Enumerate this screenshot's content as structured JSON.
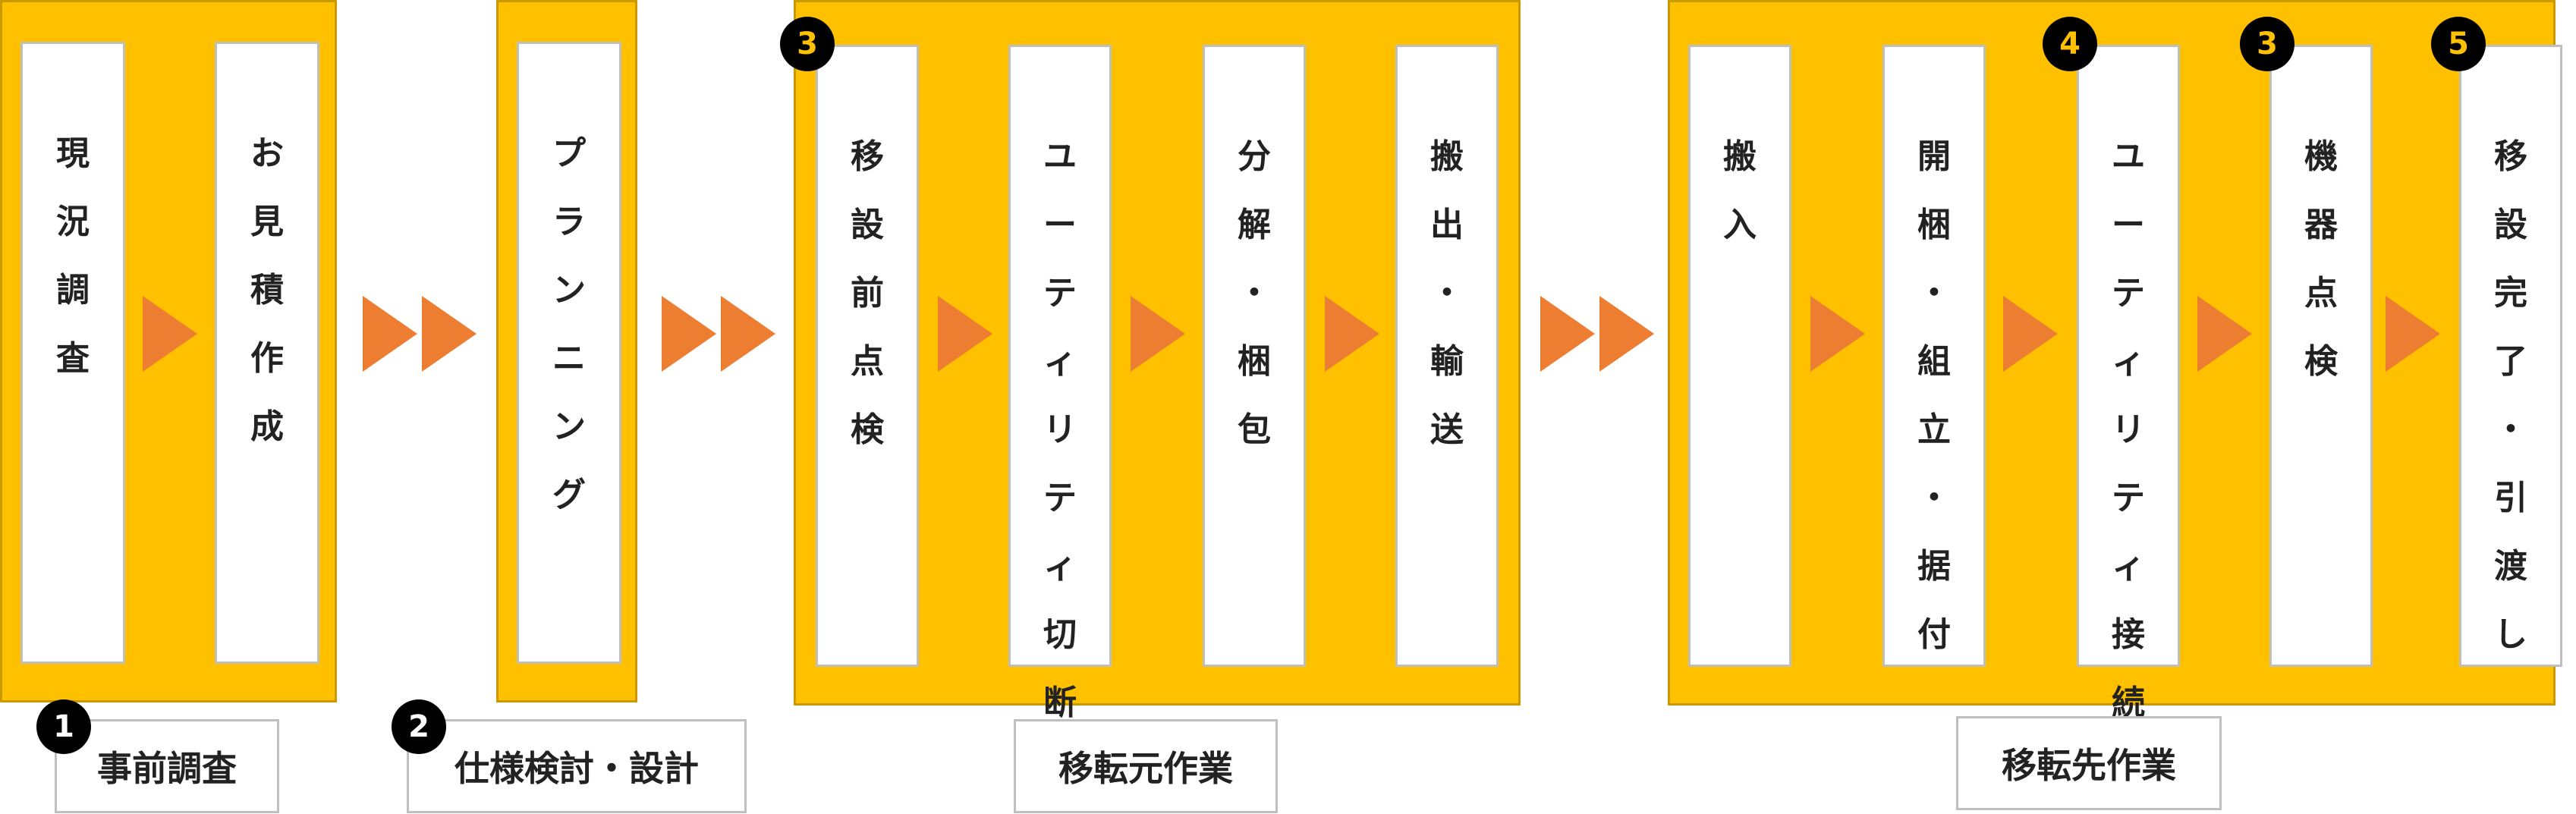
{
  "phases": [
    {
      "steps": [
        {
          "chars": [
            "現",
            "況",
            "調",
            "査"
          ]
        },
        {
          "chars": [
            "お",
            "見",
            "積",
            "作",
            "成"
          ]
        }
      ],
      "label": "事前調査",
      "badge": "1"
    },
    {
      "steps": [
        {
          "chars": [
            "プ",
            "ラ",
            "ン",
            "ニ",
            "ン",
            "グ"
          ]
        }
      ],
      "label": "仕様検討・設計",
      "badge": "2"
    },
    {
      "steps": [
        {
          "chars": [
            "移",
            "設",
            "前",
            "点",
            "検"
          ],
          "badge": "3"
        },
        {
          "chars": [
            "ユ",
            "ー",
            "テ",
            "ィ",
            "リ",
            "テ",
            "ィ",
            "切",
            "断"
          ]
        },
        {
          "chars": [
            "分",
            "解",
            "・",
            "梱",
            "包"
          ]
        },
        {
          "chars": [
            "搬",
            "出",
            "・",
            "輸",
            "送"
          ]
        }
      ],
      "label": "移転元作業"
    },
    {
      "steps": [
        {
          "chars": [
            "搬",
            "入"
          ]
        },
        {
          "chars": [
            "開",
            "梱",
            "・",
            "組",
            "立",
            "・",
            "据",
            "付"
          ]
        },
        {
          "chars": [
            "ユ",
            "ー",
            "テ",
            "ィ",
            "リ",
            "テ",
            "ィ",
            "接",
            "続"
          ],
          "badge": "4"
        },
        {
          "chars": [
            "機",
            "器",
            "点",
            "検"
          ],
          "badge": "3"
        },
        {
          "chars": [
            "移",
            "設",
            "完",
            "了",
            "・",
            "引",
            "渡",
            "し"
          ],
          "badge": "5"
        }
      ],
      "label": "移転先作業"
    }
  ],
  "colors": {
    "phase_fill": "#FFC000",
    "arrow": "#ED7D31",
    "badge": "#000000"
  }
}
